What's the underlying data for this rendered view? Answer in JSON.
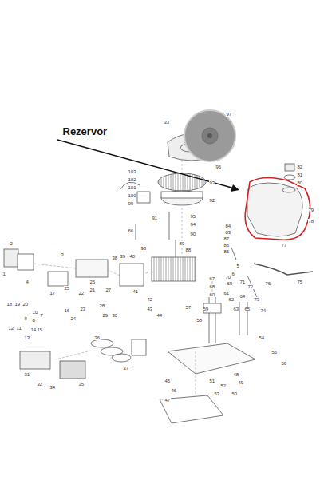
{
  "diagram": {
    "labels": [
      "Rezervor",
      "33",
      "97",
      "96",
      "103",
      "102",
      "101",
      "100",
      "99",
      "93",
      "92",
      "95",
      "94",
      "91",
      "90",
      "82",
      "81",
      "80",
      "79",
      "78",
      "77",
      "89",
      "88",
      "87",
      "86",
      "85",
      "84",
      "83",
      "5",
      "6",
      "66",
      "98",
      "2",
      "4",
      "17",
      "18",
      "19",
      "20",
      "10",
      "9",
      "8",
      "7",
      "11",
      "12",
      "13",
      "14",
      "15",
      "16",
      "3",
      "1",
      "21",
      "22",
      "23",
      "24",
      "25",
      "26",
      "27",
      "28",
      "29",
      "30",
      "38",
      "39",
      "40",
      "41",
      "42",
      "43",
      "44",
      "31",
      "32",
      "34",
      "35",
      "36",
      "37",
      "45",
      "46",
      "47",
      "48",
      "49",
      "50",
      "51",
      "52",
      "53",
      "54",
      "55",
      "56",
      "57",
      "58",
      "59",
      "60",
      "61",
      "62",
      "63",
      "64",
      "65",
      "67",
      "68",
      "69",
      "70",
      "71",
      "72",
      "73",
      "74",
      "75",
      "76"
    ]
  }
}
